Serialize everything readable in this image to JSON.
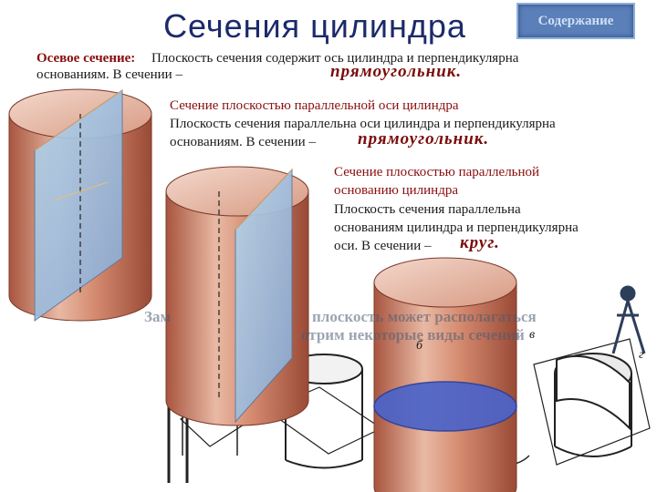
{
  "title": "Сечения цилиндра",
  "contents_button": "Содержание",
  "axial": {
    "label": "Осевое сечение:",
    "line1": "Плоскость сечения содержит ось цилиндра и перпендикулярна",
    "line2": "основаниям. В сечении –",
    "result": "прямоугольник."
  },
  "parallel_axis": {
    "heading": "Сечение плоскостью параллельной оси цилиндра",
    "line1": "Плоскость сечения параллельна оси цилиндра и перпендикулярна",
    "line2": "основаниям. В сечении –",
    "result": "прямоугольник."
  },
  "parallel_base": {
    "heading1": "Сечение плоскостью параллельной",
    "heading2": "основанию цилиндра",
    "line1": "Плоскость сечения параллельна",
    "line2": "основаниям цилиндра и перпендикулярна",
    "line3": "оси. В сечении –",
    "result": "круг."
  },
  "background_note": {
    "left": "Зам",
    "middle": "плоскость может располагаться",
    "bottom": "отрим некоторые виды сечений"
  },
  "figure_letters": {
    "b": "б",
    "v": "в",
    "g": "г"
  },
  "colors": {
    "title": "#1c2a6b",
    "accent_red": "#8a0d0d",
    "cylinder_body": "#c9735c",
    "section_plane": "#9fc2dc",
    "circle_section": "#4b63c9",
    "button_bg": "#5b7fb8"
  }
}
